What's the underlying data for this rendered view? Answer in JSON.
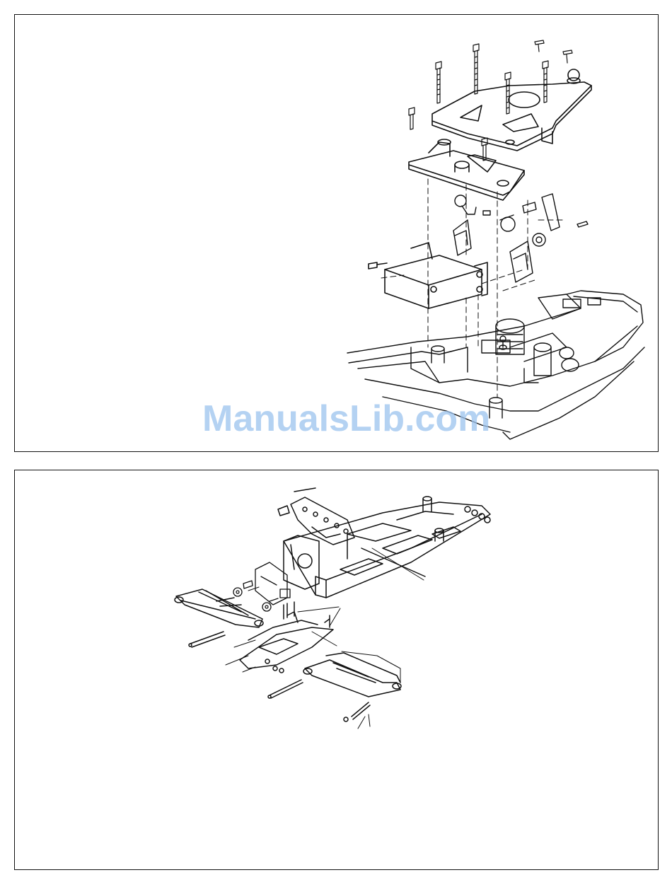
{
  "watermark": {
    "text": "ManualsLib.com",
    "color": "#9cc3ee"
  },
  "figures": [
    {
      "id": "steering-servo-assembly",
      "icon": "exploded-view-drawing"
    },
    {
      "id": "front-suspension-assembly",
      "icon": "exploded-view-drawing"
    }
  ]
}
